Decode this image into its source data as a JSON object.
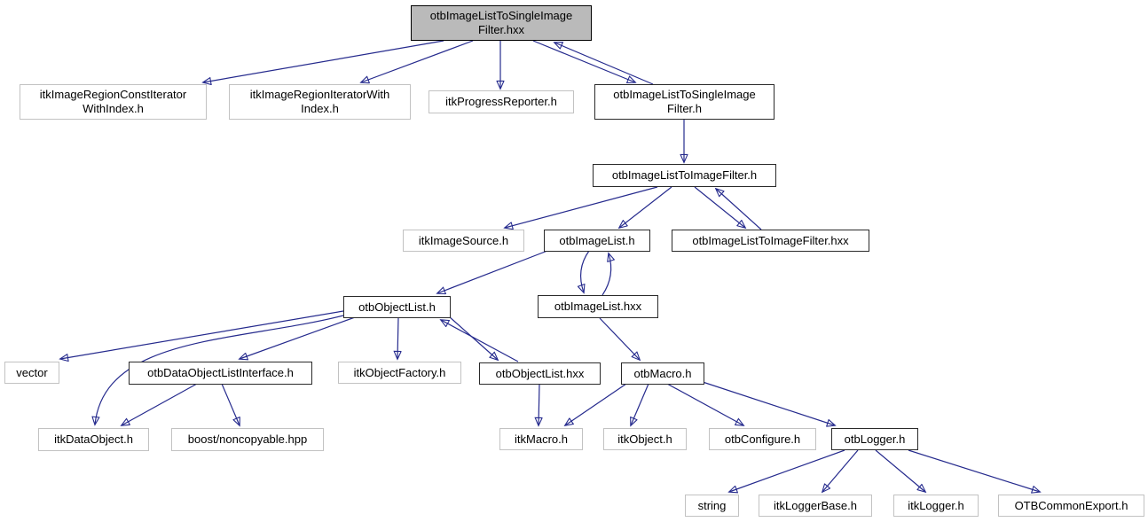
{
  "graph": {
    "kind": "doxygen-include-dependency-graph",
    "root_file": "otbImageListToSingleImageFilter.hxx",
    "colors": {
      "edge": "#252a8d",
      "current_node_fill": "#bababa",
      "linked_node_border": "#2a2a2a",
      "plain_node_border": "#c2c2c2",
      "node_fill": "#ffffff",
      "text": "#000000",
      "background": "#ffffff"
    },
    "nodes": [
      {
        "id": "root-hxx",
        "label": "otbImageListToSingleImage\nFilter.hxx",
        "style": "current"
      },
      {
        "id": "itk-region-const-iter",
        "label": "itkImageRegionConstIterator\nWithIndex.h",
        "style": "plain"
      },
      {
        "id": "itk-region-iter",
        "label": "itkImageRegionIteratorWith\nIndex.h",
        "style": "plain"
      },
      {
        "id": "itk-progress-reporter",
        "label": "itkProgressReporter.h",
        "style": "plain"
      },
      {
        "id": "single-image-filter-h",
        "label": "otbImageListToSingleImage\nFilter.h",
        "style": "linked"
      },
      {
        "id": "list-to-image-filter-h",
        "label": "otbImageListToImageFilter.h",
        "style": "linked"
      },
      {
        "id": "itk-image-source",
        "label": "itkImageSource.h",
        "style": "plain"
      },
      {
        "id": "otb-image-list-h",
        "label": "otbImageList.h",
        "style": "linked"
      },
      {
        "id": "list-to-image-filter-hxx",
        "label": "otbImageListToImageFilter.hxx",
        "style": "linked"
      },
      {
        "id": "otb-object-list-h",
        "label": "otbObjectList.h",
        "style": "linked"
      },
      {
        "id": "otb-image-list-hxx",
        "label": "otbImageList.hxx",
        "style": "linked"
      },
      {
        "id": "vector",
        "label": "vector",
        "style": "plain"
      },
      {
        "id": "data-object-list-interface",
        "label": "otbDataObjectListInterface.h",
        "style": "linked"
      },
      {
        "id": "itk-object-factory",
        "label": "itkObjectFactory.h",
        "style": "plain"
      },
      {
        "id": "otb-object-list-hxx",
        "label": "otbObjectList.hxx",
        "style": "linked"
      },
      {
        "id": "otb-macro",
        "label": "otbMacro.h",
        "style": "linked"
      },
      {
        "id": "itk-data-object",
        "label": "itkDataObject.h",
        "style": "plain"
      },
      {
        "id": "boost-noncopyable",
        "label": "boost/noncopyable.hpp",
        "style": "plain"
      },
      {
        "id": "itk-macro",
        "label": "itkMacro.h",
        "style": "plain"
      },
      {
        "id": "itk-object",
        "label": "itkObject.h",
        "style": "plain"
      },
      {
        "id": "otb-configure",
        "label": "otbConfigure.h",
        "style": "plain"
      },
      {
        "id": "otb-logger",
        "label": "otbLogger.h",
        "style": "linked"
      },
      {
        "id": "string",
        "label": "string",
        "style": "plain"
      },
      {
        "id": "itk-logger-base",
        "label": "itkLoggerBase.h",
        "style": "plain"
      },
      {
        "id": "itk-logger",
        "label": "itkLogger.h",
        "style": "plain"
      },
      {
        "id": "otb-common-export",
        "label": "OTBCommonExport.h",
        "style": "plain"
      }
    ],
    "edges": [
      {
        "from": "root-hxx",
        "to": "itk-region-const-iter"
      },
      {
        "from": "root-hxx",
        "to": "itk-region-iter"
      },
      {
        "from": "root-hxx",
        "to": "itk-progress-reporter"
      },
      {
        "from": "root-hxx",
        "to": "single-image-filter-h"
      },
      {
        "from": "single-image-filter-h",
        "to": "root-hxx"
      },
      {
        "from": "single-image-filter-h",
        "to": "list-to-image-filter-h"
      },
      {
        "from": "list-to-image-filter-h",
        "to": "itk-image-source"
      },
      {
        "from": "list-to-image-filter-h",
        "to": "otb-image-list-h"
      },
      {
        "from": "list-to-image-filter-h",
        "to": "list-to-image-filter-hxx"
      },
      {
        "from": "list-to-image-filter-hxx",
        "to": "list-to-image-filter-h"
      },
      {
        "from": "otb-image-list-h",
        "to": "otb-object-list-h"
      },
      {
        "from": "otb-image-list-h",
        "to": "otb-image-list-hxx"
      },
      {
        "from": "otb-image-list-hxx",
        "to": "otb-image-list-h"
      },
      {
        "from": "otb-image-list-hxx",
        "to": "otb-macro"
      },
      {
        "from": "otb-object-list-h",
        "to": "vector"
      },
      {
        "from": "otb-object-list-h",
        "to": "data-object-list-interface"
      },
      {
        "from": "otb-object-list-h",
        "to": "itk-object-factory"
      },
      {
        "from": "otb-object-list-h",
        "to": "itk-data-object"
      },
      {
        "from": "otb-object-list-h",
        "to": "otb-object-list-hxx"
      },
      {
        "from": "otb-object-list-hxx",
        "to": "otb-object-list-h"
      },
      {
        "from": "otb-object-list-hxx",
        "to": "itk-macro"
      },
      {
        "from": "data-object-list-interface",
        "to": "itk-data-object"
      },
      {
        "from": "data-object-list-interface",
        "to": "boost-noncopyable"
      },
      {
        "from": "otb-macro",
        "to": "itk-macro"
      },
      {
        "from": "otb-macro",
        "to": "itk-object"
      },
      {
        "from": "otb-macro",
        "to": "otb-configure"
      },
      {
        "from": "otb-macro",
        "to": "otb-logger"
      },
      {
        "from": "otb-logger",
        "to": "string"
      },
      {
        "from": "otb-logger",
        "to": "itk-logger-base"
      },
      {
        "from": "otb-logger",
        "to": "itk-logger"
      },
      {
        "from": "otb-logger",
        "to": "otb-common-export"
      }
    ]
  }
}
